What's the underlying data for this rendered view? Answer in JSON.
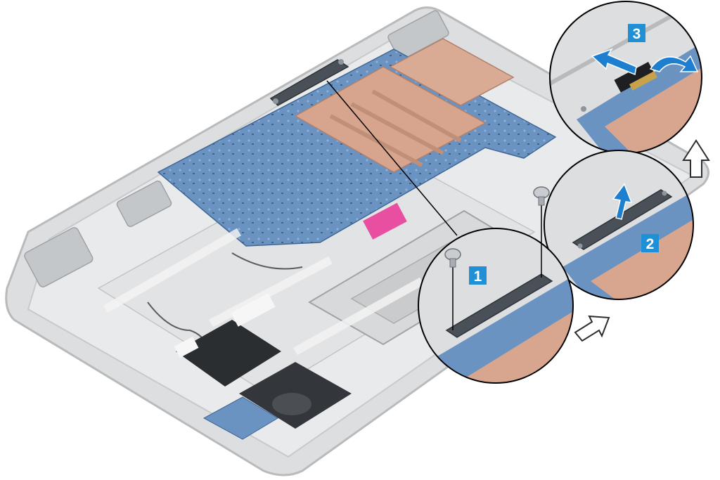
{
  "diagram": {
    "colors": {
      "step_badge": "#1f8fd6",
      "arrow": "#1e7fd0",
      "chassis": "#d2d4d6",
      "board": "#5b86b8",
      "shield": "#d8a58e",
      "bracket": "#4a5058",
      "sticker": "#e84fa0"
    },
    "steps": [
      {
        "number": "1",
        "action": "remove-screws"
      },
      {
        "number": "2",
        "action": "lift-bracket"
      },
      {
        "number": "3",
        "action": "disconnect-cable"
      }
    ]
  }
}
